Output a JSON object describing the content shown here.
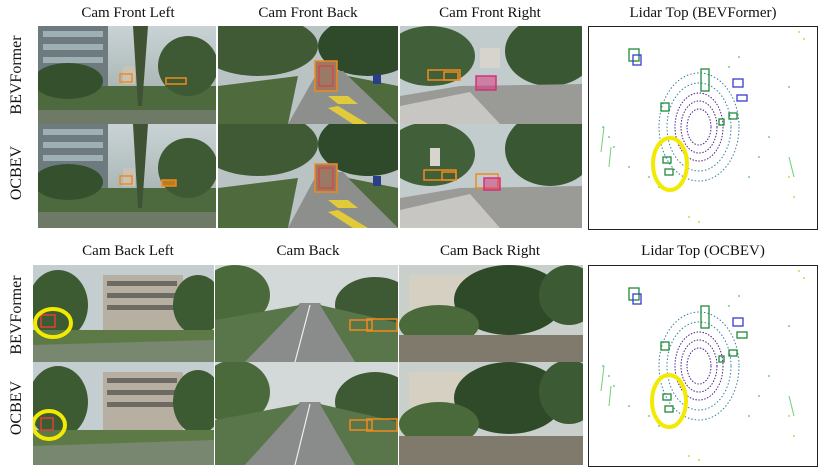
{
  "top_section": {
    "col_titles": [
      "Cam Front Left",
      "Cam Front Back",
      "Cam Front Right"
    ],
    "lidar_title": "Lidar Top (BEVFormer)"
  },
  "bottom_section": {
    "col_titles": [
      "Cam Back Left",
      "Cam Back",
      "Cam Back Right"
    ],
    "lidar_title": "Lidar Top (OCBEV)"
  },
  "row_labels": [
    "BEVFormer",
    "OCBEV"
  ],
  "colors": {
    "box_orange": "#f08a1c",
    "box_red": "#e0403a",
    "box_magenta": "#d6307a",
    "highlight_yellow": "#f2ea00",
    "lidar_box_green": "#1f8a3a",
    "lidar_box_blue": "#3a3ad0",
    "lidar_points_purple": "#4b1d8a"
  }
}
